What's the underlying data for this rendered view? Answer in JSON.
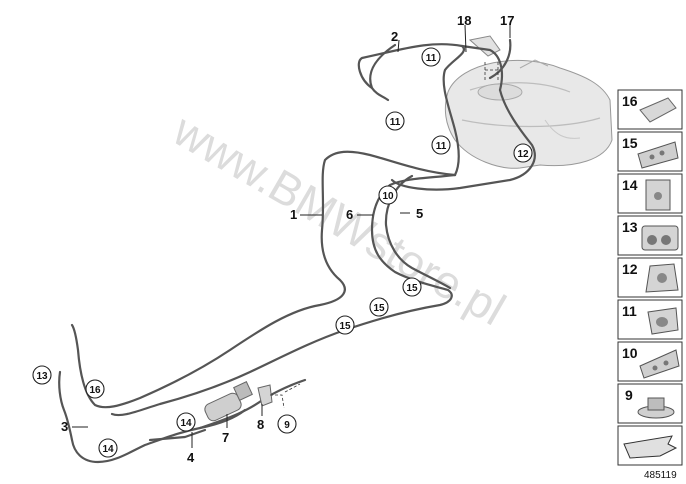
{
  "watermark": "www.BMWstore.pl",
  "doc_number": "485119",
  "callouts": [
    "1",
    "2",
    "3",
    "4",
    "5",
    "6",
    "7",
    "8",
    "17",
    "18"
  ],
  "circled": [
    "9",
    "10",
    "11",
    "11",
    "11",
    "12",
    "13",
    "14",
    "14",
    "15",
    "15",
    "15",
    "16"
  ],
  "sidebar": {
    "items": [
      "16",
      "15",
      "14",
      "13",
      "12",
      "11",
      "10",
      "9"
    ]
  },
  "colors": {
    "line": "#555555",
    "tank": "#e6e6e6",
    "panel_border": "#333333",
    "watermark": "#d6d6d6"
  }
}
